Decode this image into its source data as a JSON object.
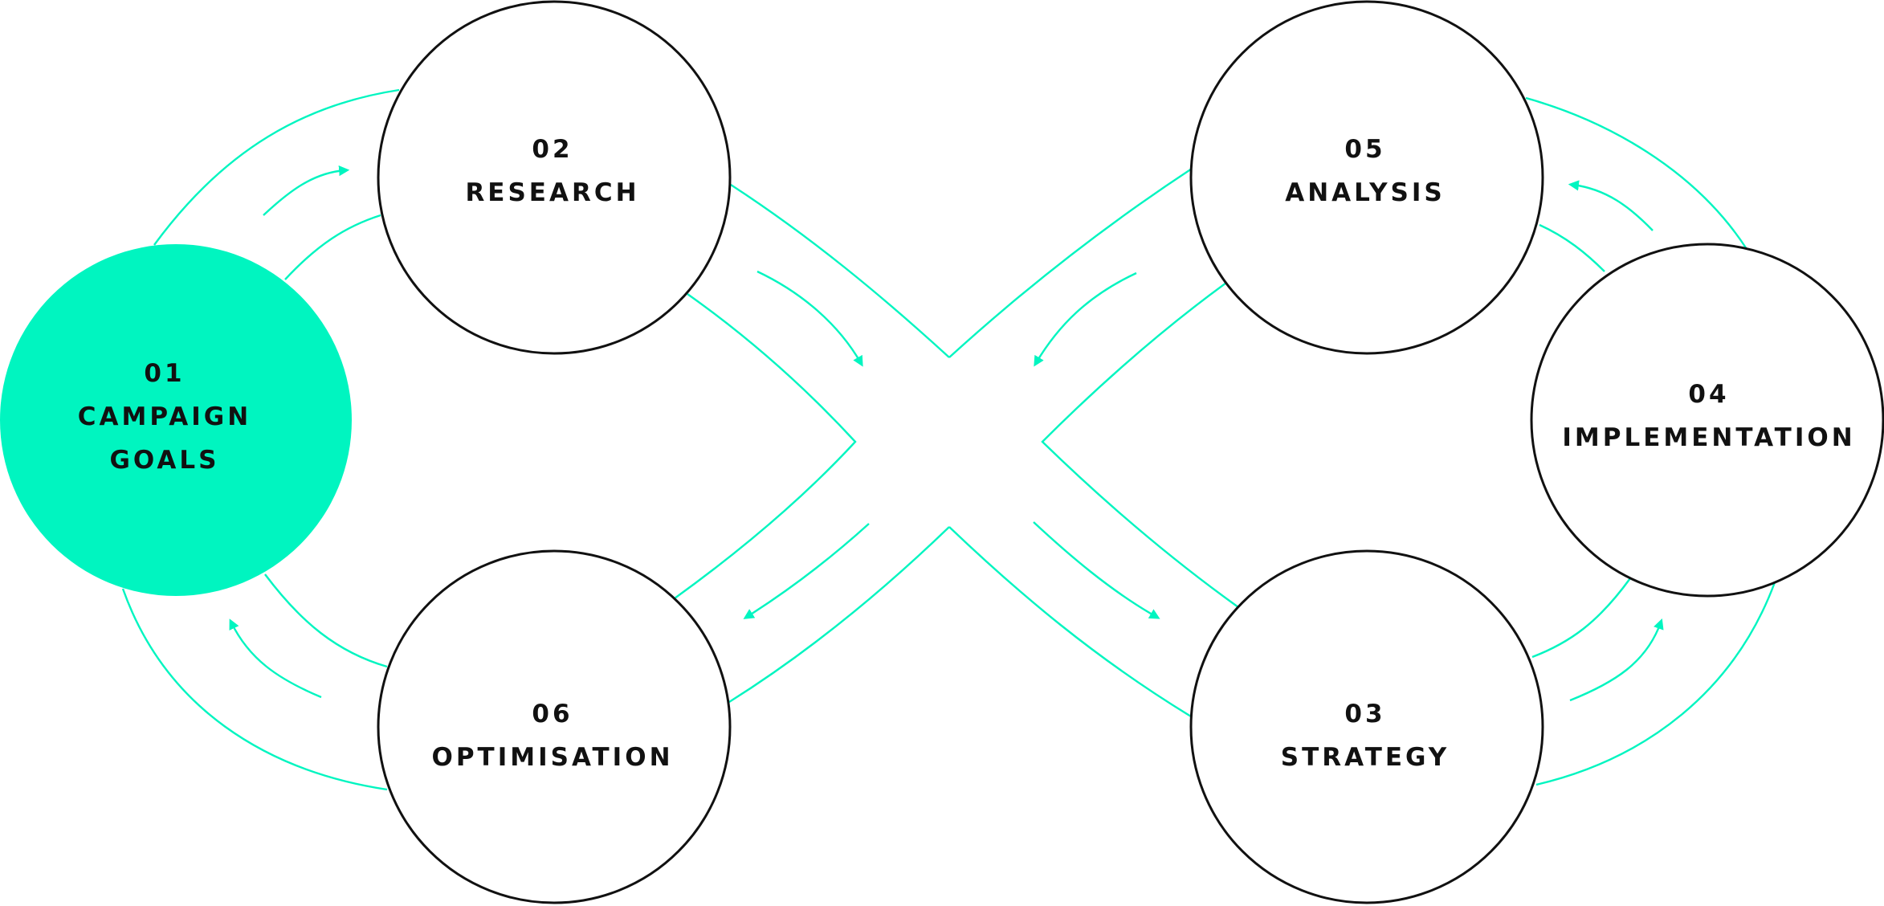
{
  "colors": {
    "accent": "#00F5C0",
    "outline": "#111111",
    "text": "#111111",
    "background": "#FFFFFF"
  },
  "nodes": [
    {
      "id": "campaign-goals",
      "number": "01",
      "label_lines": [
        "CAMPAIGN",
        "GOALS"
      ],
      "filled": true
    },
    {
      "id": "research",
      "number": "02",
      "label_lines": [
        "RESEARCH"
      ],
      "filled": false
    },
    {
      "id": "strategy",
      "number": "03",
      "label_lines": [
        "STRATEGY"
      ],
      "filled": false
    },
    {
      "id": "implementation",
      "number": "04",
      "label_lines": [
        "IMPLEMENTATION"
      ],
      "filled": false
    },
    {
      "id": "analysis",
      "number": "05",
      "label_lines": [
        "ANALYSIS"
      ],
      "filled": false
    },
    {
      "id": "optimisation",
      "number": "06",
      "label_lines": [
        "OPTIMISATION"
      ],
      "filled": false
    }
  ],
  "cycle_order": [
    "01",
    "02",
    "03",
    "04",
    "05",
    "06"
  ]
}
